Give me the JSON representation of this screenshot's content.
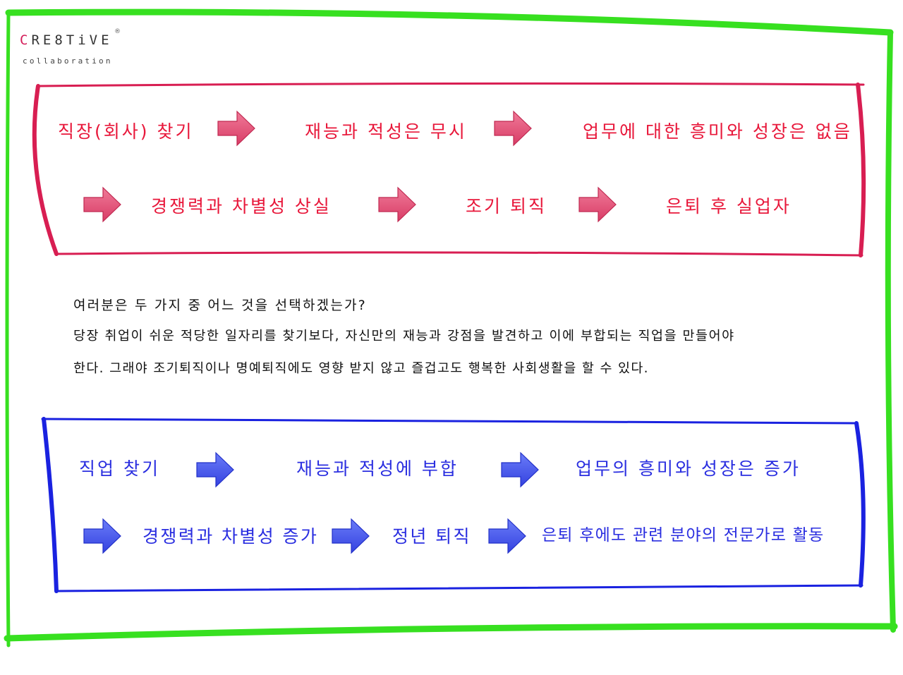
{
  "logo": {
    "brand_prefix": "C",
    "brand_rest": "RE8TiVE",
    "registered_mark": "®",
    "subtitle": "collaboration"
  },
  "colors": {
    "outer_frame": "#37e020",
    "red_box": "#d81e52",
    "blue_box": "#1a22e0",
    "red_text": "#e8173a",
    "blue_text": "#2a2ee0",
    "red_arrow": "#e8567a",
    "blue_arrow": "#4a5cf0"
  },
  "red_flow": {
    "row1": [
      "직장(회사) 찾기",
      "재능과 적성은 무시",
      "업무에 대한 흥미와 성장은 없음"
    ],
    "row2": [
      "경쟁력과 차별성 상실",
      "조기 퇴직",
      "은퇴 후 실업자"
    ]
  },
  "middle": {
    "line1": "여러분은 두 가지 중 어느 것을 선택하겠는가?",
    "line2": "당장 취업이 쉬운 적당한 일자리를 찾기보다, 자신만의 재능과 강점을 발견하고 이에 부합되는 직업을 만들어야",
    "line3": "한다. 그래야 조기퇴직이나 명예퇴직에도 영향 받지 않고 즐겁고도 행복한 사회생활을 할 수 있다."
  },
  "blue_flow": {
    "row1": [
      "직업 찾기",
      "재능과 적성에 부합",
      "업무의 흥미와 성장은 증가"
    ],
    "row2": [
      "경쟁력과 차별성 증가",
      "정년 퇴직",
      "은퇴 후에도 관련 분야의 전문가로 활동"
    ]
  }
}
